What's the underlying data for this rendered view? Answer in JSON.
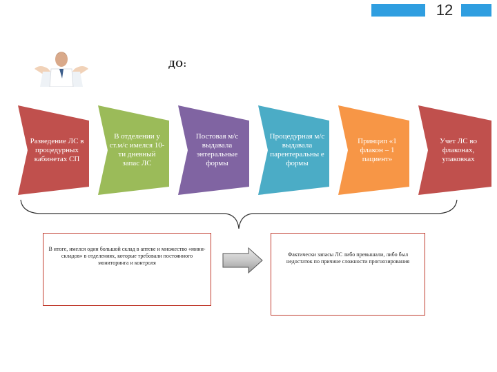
{
  "header": {
    "page_number": "12"
  },
  "title": "ДО:",
  "cards": [
    {
      "text": "Разведение ЛС в процедурных кабинетах СП",
      "color": "#c0504d"
    },
    {
      "text": "В отделении у ст.м/с имелся 10-ти дневный запас ЛС",
      "color": "#9bbb59"
    },
    {
      "text": "Постовая м/с выдавала энтеральные формы",
      "color": "#8064a2"
    },
    {
      "text": "Процедурная м/с выдавала парентеральны е формы",
      "color": "#4bacc6"
    },
    {
      "text": "Принцип «1 флакон – 1 пациент»",
      "color": "#f79646"
    },
    {
      "text": "Учет ЛС во флаконах, упаковках",
      "color": "#c0504d"
    }
  ],
  "summary_left": "В итоге, имелся один большой склад в аптеке и множество «мини-складов» в отделениях, которые требовали постоянного мониторинга и контроля",
  "summary_right": "Фактически запасы ЛС либо превышали, либо был недостаток по причине сложности прогнозирования",
  "icons": {
    "presenter": "doctor-shrugging-icon",
    "arrow": "right-arrow-icon"
  }
}
